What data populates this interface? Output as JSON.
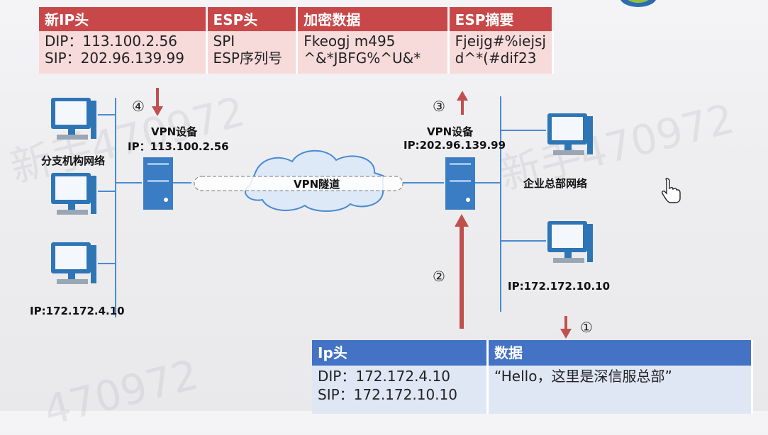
{
  "esp_table": {
    "headers": [
      "新IP头",
      "ESP头",
      "加密数据",
      "ESP摘要"
    ],
    "rows": [
      [
        "DIP：113.100.2.56",
        "SPI",
        "Fkeogj m495",
        "Fjeijg#%iejsj"
      ],
      [
        "SIP：202.96.139.99",
        "ESP序列号",
        "^&*JBFG%^U&*",
        "d^*(#dif23"
      ]
    ]
  },
  "ip_table": {
    "headers": [
      "Ip头",
      "数据"
    ],
    "dip": "DIP：172.172.4.10",
    "sip": "SIP：172.172.10.10",
    "data": "“Hello，这里是深信服总部”"
  },
  "left_site": {
    "network_label": "分支机构网络",
    "device_label": "VPN设备",
    "device_ip": "IP：113.100.2.56",
    "host_ip": "IP:172.172.4.10"
  },
  "right_site": {
    "network_label": "企业总部网络",
    "device_label": "VPN设备",
    "device_ip": "IP:202.96.139.99",
    "host_ip": "IP:172.172.10.10"
  },
  "tunnel_label": "VPN隧道",
  "steps": [
    "①",
    "②",
    "③",
    "④"
  ],
  "watermarks": [
    "新手470972",
    "新手470972",
    "470972"
  ],
  "colors": {
    "red_header": "#c8484a",
    "red_body": "#f7dada",
    "blue_header": "#4472c4",
    "blue_body": "#dfe7f5",
    "arrow": "#c0504d",
    "line": "#4a8ad4"
  }
}
